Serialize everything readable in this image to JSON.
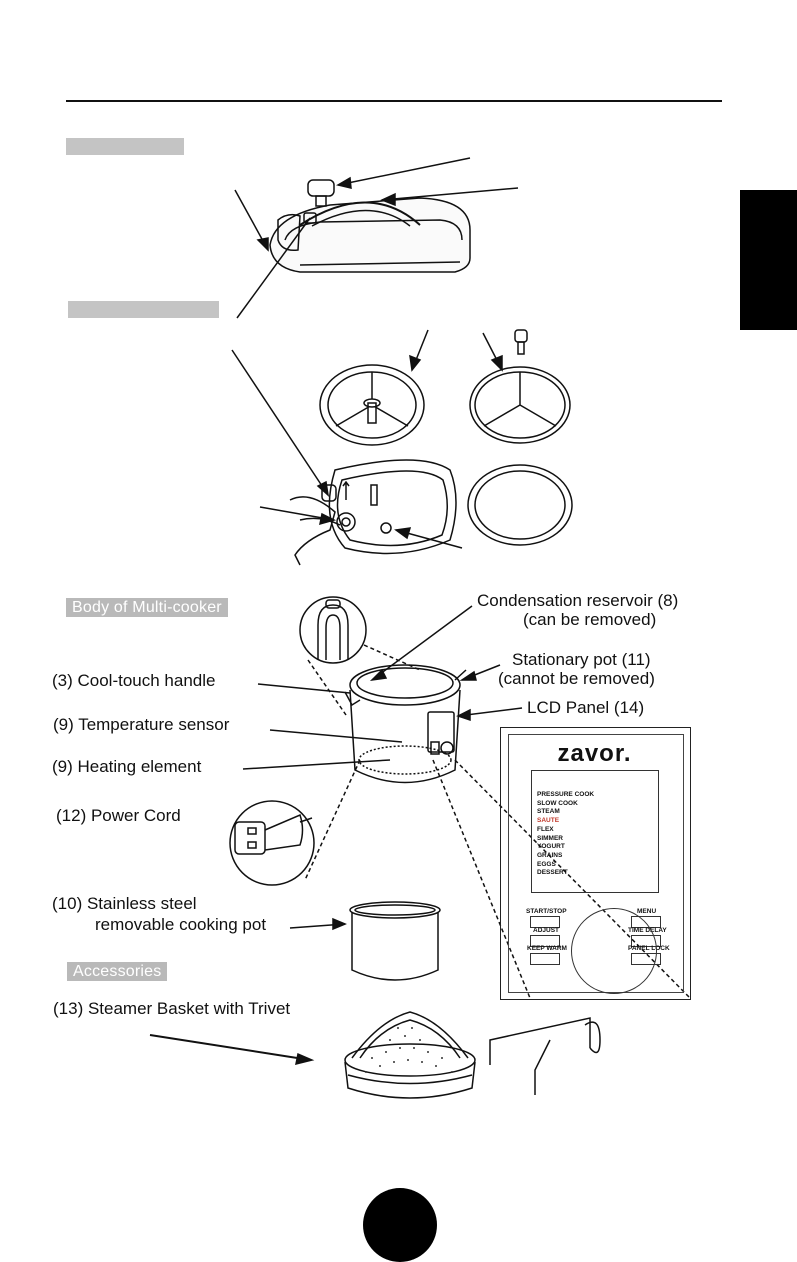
{
  "sections": {
    "body": "Body of Multi-cooker",
    "accessories": "Accessories"
  },
  "labels": {
    "condensation_line1": "Condensation reservoir (8)",
    "condensation_line2": "(can be removed)",
    "stationary_line1": "Stationary pot (11)",
    "stationary_line2": "(cannot be removed)",
    "lcd_panel": "LCD Panel (14)",
    "cool_touch": "(3) Cool-touch handle",
    "temp_sensor": "(9) Temperature sensor",
    "heating_element": "(9) Heating element",
    "power_cord": "(12) Power Cord",
    "cooking_pot_line1": "(10) Stainless steel",
    "cooking_pot_line2": "removable cooking pot",
    "steamer": "(13) Steamer Basket with Trivet"
  },
  "lcd": {
    "logo": "zavor.",
    "menu": [
      "PRESSURE COOK",
      "SLOW COOK",
      "STEAM",
      "SAUTE",
      "FLEX",
      "SIMMER",
      "YOGURT",
      "GRAINS",
      "EGGS",
      "DESSERT"
    ],
    "active_index": 3,
    "buttons": {
      "start_stop": "START/STOP",
      "adjust": "ADJUST",
      "keep_warm": "KEEP WARM",
      "menu": "MENU",
      "time_delay": "TIME DELAY",
      "panel_lock": "PANEL LOCK"
    }
  },
  "colors": {
    "section_header": "#b9b9b9",
    "active_menu": "#c0392b"
  }
}
